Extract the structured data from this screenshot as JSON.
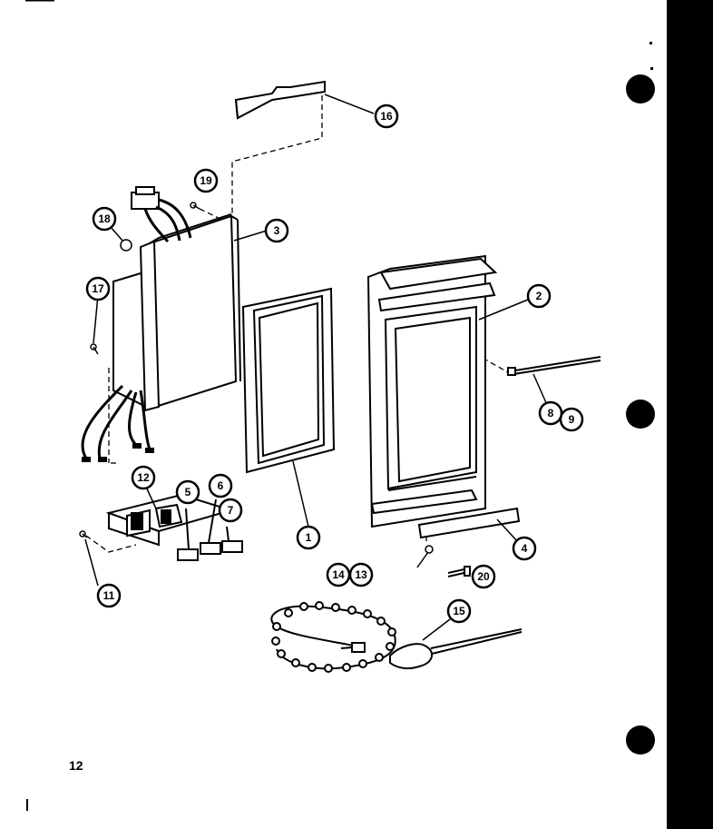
{
  "page_number": "12",
  "colors": {
    "ink": "#000000",
    "paper": "#ffffff"
  },
  "callouts": {
    "c1": "1",
    "c2": "2",
    "c3": "3",
    "c4": "4",
    "c5": "5",
    "c6": "6",
    "c7": "7",
    "c8": "8",
    "c9": "9",
    "c11": "11",
    "c12": "12",
    "c13": "13",
    "c14": "14",
    "c15": "15",
    "c16": "16",
    "c17": "17",
    "c18": "18",
    "c19": "19",
    "c20": "20"
  }
}
